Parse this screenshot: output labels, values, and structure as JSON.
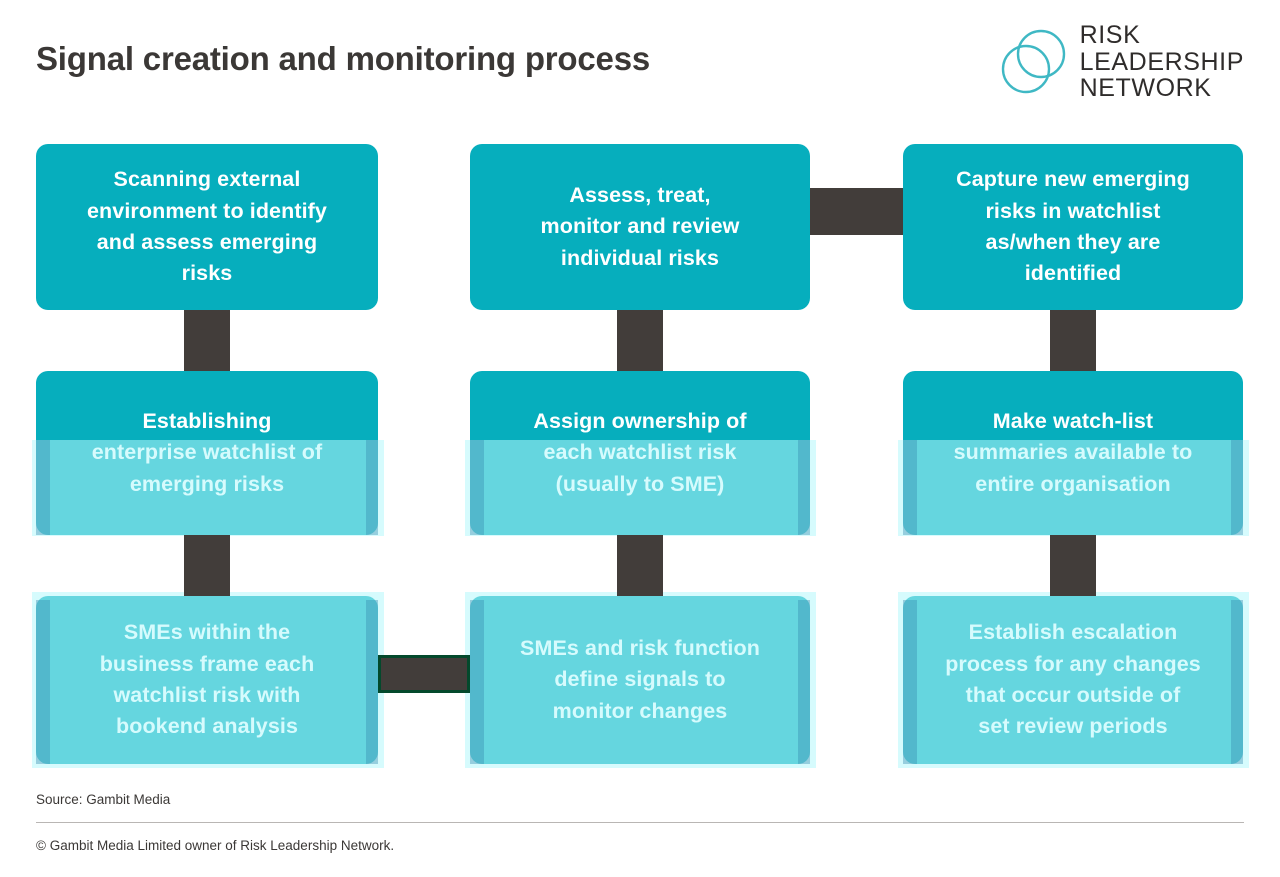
{
  "page": {
    "title": "Signal creation and monitoring process",
    "background_color": "#ffffff",
    "accent_color": "#06aebd",
    "connector_color": "#423d3a",
    "text_color": "#3b3836"
  },
  "logo": {
    "mark_name": "two-overlapping-circles",
    "mark_color": "#3fb8c4",
    "line1": "RISK",
    "line2": "LEADERSHIP",
    "line3": "NETWORK"
  },
  "flow": {
    "columns": 3,
    "rows": 3,
    "boxes": [
      {
        "id": "r1c1",
        "row": 1,
        "col": 1,
        "text": "Scanning external\nenvironment to identify\nand assess emerging\nrisks"
      },
      {
        "id": "r1c2",
        "row": 1,
        "col": 2,
        "text": "Assess, treat,\nmonitor and review\nindividual risks"
      },
      {
        "id": "r1c3",
        "row": 1,
        "col": 3,
        "text": "Capture new emerging\nrisks in watchlist\nas/when they are\nidentified"
      },
      {
        "id": "r2c1",
        "row": 2,
        "col": 1,
        "text": "Establishing\nenterprise watchlist of\nemerging risks"
      },
      {
        "id": "r2c2",
        "row": 2,
        "col": 2,
        "text": "Assign ownership of\neach watchlist risk\n(usually to SME)"
      },
      {
        "id": "r2c3",
        "row": 2,
        "col": 3,
        "text": "Make watch-list\nsummaries available to\nentire organisation"
      },
      {
        "id": "r3c1",
        "row": 3,
        "col": 1,
        "text": "SMEs within the\nbusiness frame each\nwatchlist risk with\nbookend analysis"
      },
      {
        "id": "r3c2",
        "row": 3,
        "col": 2,
        "text": "SMEs and risk function\ndefine signals to\nmonitor changes"
      },
      {
        "id": "r3c3",
        "row": 3,
        "col": 3,
        "text": "Establish escalation\nprocess for any changes\nthat occur outside of\nset review periods"
      }
    ],
    "connectors": [
      {
        "id": "c-r1c1-r2c1",
        "orientation": "vertical",
        "from": "r1c1",
        "to": "r2c1"
      },
      {
        "id": "c-r1c2-r2c2",
        "orientation": "vertical",
        "from": "r1c2",
        "to": "r2c2"
      },
      {
        "id": "c-r1c3-r2c3",
        "orientation": "vertical",
        "from": "r1c3",
        "to": "r2c3"
      },
      {
        "id": "c-r2c1-r3c1",
        "orientation": "vertical",
        "from": "r2c1",
        "to": "r3c1"
      },
      {
        "id": "c-r2c2-r3c2",
        "orientation": "vertical",
        "from": "r2c2",
        "to": "r3c2"
      },
      {
        "id": "c-r2c3-r3c3",
        "orientation": "vertical",
        "from": "r2c3",
        "to": "r3c3"
      },
      {
        "id": "c-r1c2-r1c3",
        "orientation": "horizontal",
        "from": "r1c2",
        "to": "r1c3"
      },
      {
        "id": "c-r3c1-r3c2",
        "orientation": "horizontal",
        "from": "r3c1",
        "to": "r3c2"
      }
    ]
  },
  "footer": {
    "source": "Source: Gambit Media",
    "copyright": "© Gambit Media Limited owner of Risk Leadership Network."
  }
}
